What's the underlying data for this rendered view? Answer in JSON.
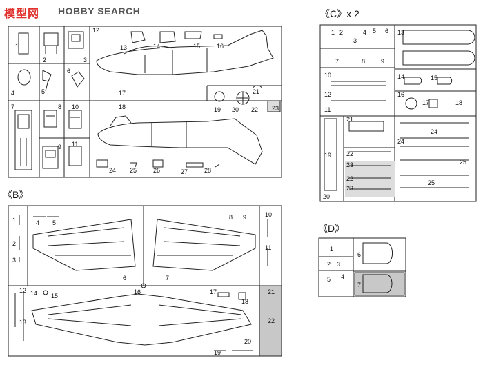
{
  "watermark": {
    "cn": "模型网",
    "en": "HOBBY SEARCH"
  },
  "sprues": {
    "A": {
      "part_numbers": [
        "1",
        "2",
        "3",
        "4",
        "5",
        "6",
        "7",
        "8",
        "9",
        "10",
        "11",
        "12",
        "13",
        "14",
        "15",
        "16",
        "17",
        "18",
        "19",
        "20",
        "21",
        "22",
        "23",
        "24",
        "25",
        "26",
        "27",
        "28"
      ]
    },
    "B": {
      "label": "《B》",
      "part_numbers": [
        "1",
        "2",
        "3",
        "4",
        "5",
        "6",
        "7",
        "8",
        "9",
        "10",
        "11",
        "12",
        "13",
        "14",
        "15",
        "16",
        "17",
        "18",
        "19",
        "20",
        "21",
        "22"
      ]
    },
    "C": {
      "label": "《C》x 2",
      "part_numbers": [
        "1",
        "2",
        "3",
        "4",
        "5",
        "6",
        "7",
        "8",
        "9",
        "10",
        "11",
        "12",
        "13",
        "14",
        "15",
        "16",
        "17",
        "18",
        "19",
        "20",
        "21",
        "22",
        "23",
        "22",
        "23",
        "24",
        "24",
        "25",
        "25"
      ]
    },
    "D": {
      "label": "《D》",
      "part_numbers": [
        "1",
        "2",
        "3",
        "4",
        "5",
        "6",
        "7"
      ]
    }
  }
}
